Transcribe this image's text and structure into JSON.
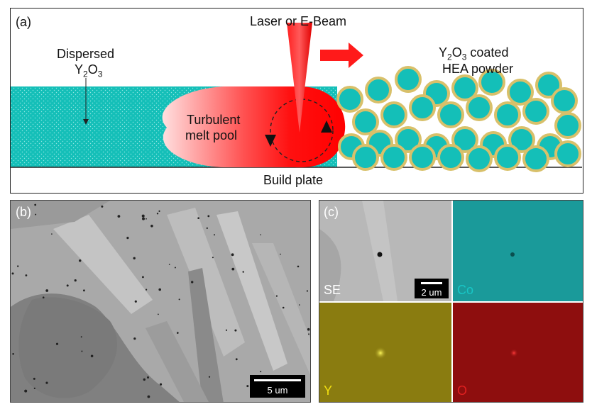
{
  "panel_a": {
    "label": "(a)",
    "source_label": "Laser or E-Beam",
    "dispersed_label_line1": "Dispersed",
    "dispersed_label_line2_base": "Y",
    "dispersed_sub1": "2",
    "dispersed_mid": "O",
    "dispersed_sub2": "3",
    "melt_pool_line1": "Turbulent",
    "melt_pool_line2": "melt pool",
    "powder_line1_base": "Y",
    "powder_sub1": "2",
    "powder_mid": "O",
    "powder_sub2": "3",
    "powder_line1_tail": " coated",
    "powder_line2": "HEA powder",
    "build_plate": "Build plate",
    "colors": {
      "teal": "#14bfb8",
      "red": "#ff1a1a",
      "powder_rim": "#d8c06a"
    }
  },
  "panel_b": {
    "label": "(b)",
    "scale": "5 um"
  },
  "panel_c": {
    "label": "(c)",
    "scale": "2 um",
    "tiles": [
      {
        "name": "SE",
        "color": "#ffffff"
      },
      {
        "name": "Co",
        "color": "#18c6c6"
      },
      {
        "name": "Y",
        "color": "#f2e010"
      },
      {
        "name": "O",
        "color": "#e02020"
      }
    ]
  }
}
